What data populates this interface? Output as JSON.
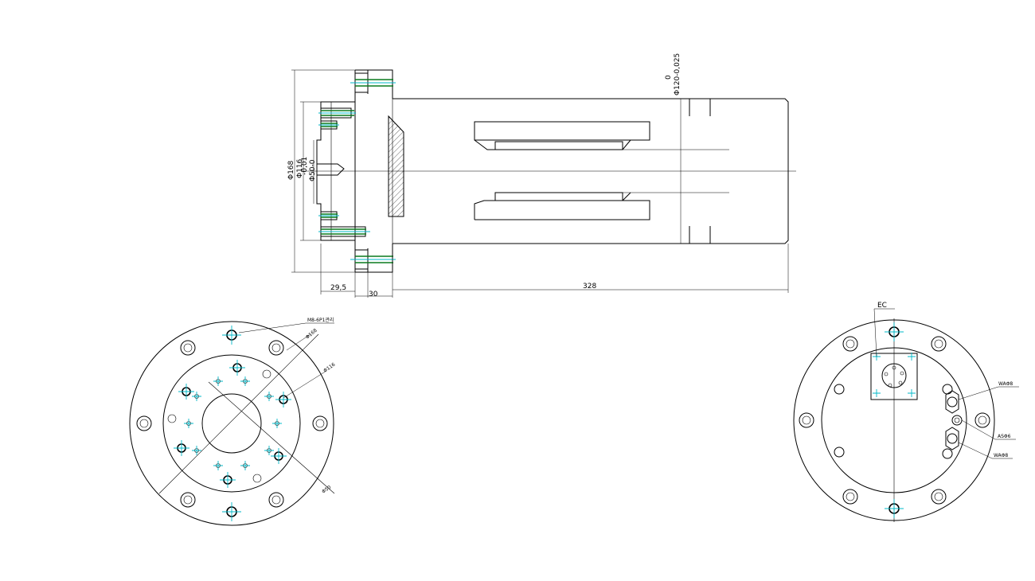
{
  "side_view": {
    "dim_outer_dia": "Φ168",
    "dim_mid_dia": "Φ116",
    "dim_tol_top": "-0,01",
    "dim_bore": "Φ50-0",
    "dim_shaft_tol_top": "0",
    "dim_shaft": "Φ120-0,025",
    "dim_len_a": "29,5",
    "dim_len_b": "30",
    "dim_len_c": "328"
  },
  "front_view": {
    "callout_tap": "M8-6P1관리",
    "callout_168": "Φ168",
    "callout_116": "Φ116",
    "callout_50": "Φ50"
  },
  "rear_view": {
    "label_ec": "EC",
    "label_wa_top": "WAΦ8",
    "label_as": "ASΦ6",
    "label_wa_bottom": "WAΦ8"
  },
  "colors": {
    "line": "#000000",
    "center_marks": "#00b8c8",
    "fastener": "#0a7a1e"
  }
}
